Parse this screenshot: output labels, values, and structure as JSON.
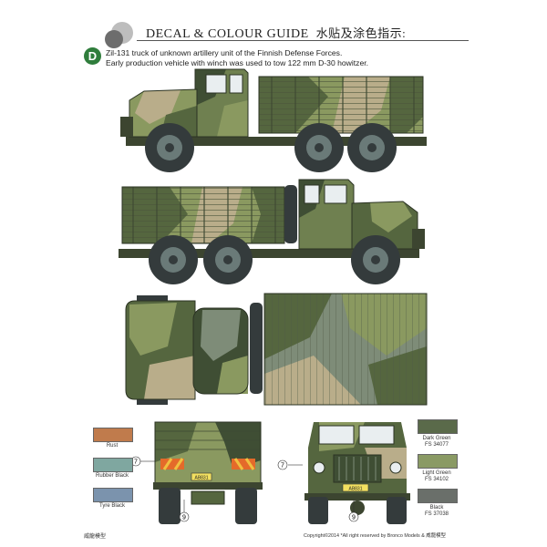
{
  "header": {
    "title": "DECAL & COLOUR GUIDE",
    "title_cn": "水贴及涂色指示:"
  },
  "caption": {
    "badge": "D",
    "line1": "Zil-131 truck of unknown artillery unit of the Finnish Defense Forces.",
    "line2": "Early production vehicle with winch was used to tow 122 mm D-30 howitzer."
  },
  "plate": {
    "number": "AB831"
  },
  "callouts": {
    "c7": "7",
    "c9": "9"
  },
  "swatches_left": [
    {
      "label": "Rust",
      "color": "#c07b4c"
    },
    {
      "label": "Rubber Black",
      "color": "#7fa7a0"
    },
    {
      "label": "Tyre Black",
      "color": "#7b93ad"
    }
  ],
  "swatches_right": [
    {
      "label": "Dark Green",
      "code": "FS 34077",
      "color": "#5a6a4a"
    },
    {
      "label": "Light Green",
      "code": "FS 34102",
      "color": "#8a9a64"
    },
    {
      "label": "Black",
      "code": "FS 37038",
      "color": "#6a6f6a"
    }
  ],
  "colors": {
    "green_dark": "#55663f",
    "green_light": "#8a9960",
    "sand": "#b9ad8a",
    "camo_dark": "#3f4e34",
    "camo_grey": "#7e8c78",
    "tyre": "#343b3c",
    "hub": "#6a7a78"
  },
  "footer": {
    "left": "威龍模型",
    "right": "Copyright©2014  *All right reserved by Bronco Models & 威龍模型"
  }
}
